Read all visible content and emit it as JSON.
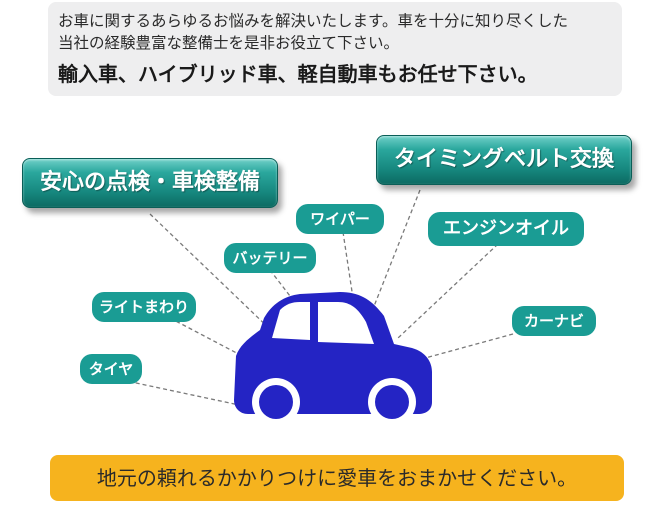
{
  "intro": {
    "line1": "お車に関するあらゆるお悩みを解決いたします。車を十分に知り尽くした",
    "line2": "当社の経験豊富な整備士を是非お役立て下さい。",
    "bold": "輸入車、ハイブリッド車、軽自動車もお任せ下さい。"
  },
  "labels": {
    "inspection": "安心の点検・車検整備",
    "timing_belt": "タイミングベルト交換",
    "wiper": "ワイパー",
    "engine_oil": "エンジンオイル",
    "battery": "バッテリー",
    "lights": "ライトまわり",
    "navigation": "カーナビ",
    "tires": "タイヤ"
  },
  "colors": {
    "car": "#2424c4",
    "teal": "#1a9c94",
    "footer": "#f6b31e"
  },
  "footer": "地元の頼れるかかりつけに愛車をおまかせください。"
}
